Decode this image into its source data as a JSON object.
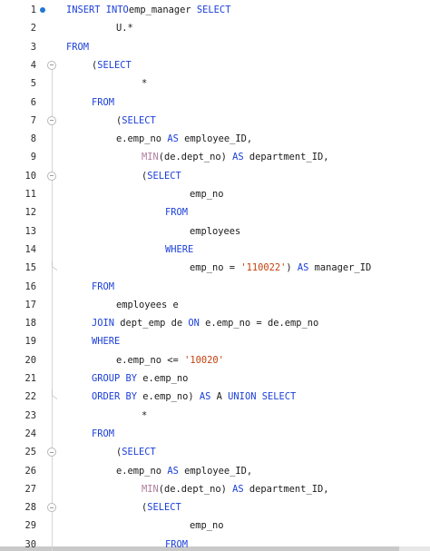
{
  "editor": {
    "lines": [
      {
        "num": "1",
        "indent": 0,
        "tokens": [
          [
            "kw",
            "INSERT INTO"
          ],
          [
            "",
            "emp_manager"
          ],
          [
            "kw",
            " SELECT"
          ]
        ]
      },
      {
        "num": "2",
        "indent": 2,
        "tokens": [
          [
            "",
            "U.*"
          ]
        ]
      },
      {
        "num": "3",
        "indent": 0,
        "tokens": [
          [
            "kw",
            "FROM"
          ]
        ]
      },
      {
        "num": "4",
        "indent": 1,
        "tokens": [
          [
            "",
            "("
          ],
          [
            "kw",
            "SELECT"
          ]
        ]
      },
      {
        "num": "5",
        "indent": 3,
        "tokens": [
          [
            "",
            "*"
          ]
        ]
      },
      {
        "num": "6",
        "indent": 1,
        "tokens": [
          [
            "kw",
            "FROM"
          ]
        ]
      },
      {
        "num": "7",
        "indent": 2,
        "tokens": [
          [
            "",
            "("
          ],
          [
            "kw",
            "SELECT"
          ]
        ]
      },
      {
        "num": "8",
        "indent": 2,
        "tokens": [
          [
            "",
            "e.emp_no "
          ],
          [
            "kw",
            "AS"
          ],
          [
            "",
            " employee_ID,"
          ]
        ]
      },
      {
        "num": "9",
        "indent": 3,
        "tokens": [
          [
            "fn",
            "MIN"
          ],
          [
            "",
            "(de.dept_no) "
          ],
          [
            "kw",
            "AS"
          ],
          [
            "",
            " department_ID,"
          ]
        ]
      },
      {
        "num": "10",
        "indent": 3,
        "tokens": [
          [
            "",
            "("
          ],
          [
            "kw",
            "SELECT"
          ]
        ]
      },
      {
        "num": "11",
        "indent": 5,
        "tokens": [
          [
            "",
            "emp_no"
          ]
        ]
      },
      {
        "num": "12",
        "indent": 4,
        "tokens": [
          [
            "kw",
            "FROM"
          ]
        ]
      },
      {
        "num": "13",
        "indent": 5,
        "tokens": [
          [
            "",
            "employees"
          ]
        ]
      },
      {
        "num": "14",
        "indent": 4,
        "tokens": [
          [
            "kw",
            "WHERE"
          ]
        ]
      },
      {
        "num": "15",
        "indent": 5,
        "tokens": [
          [
            "",
            "emp_no = "
          ],
          [
            "str",
            "'110022'"
          ],
          [
            "",
            ") "
          ],
          [
            "kw",
            "AS"
          ],
          [
            "",
            " manager_ID"
          ]
        ]
      },
      {
        "num": "16",
        "indent": 1,
        "tokens": [
          [
            "kw",
            "FROM"
          ]
        ]
      },
      {
        "num": "17",
        "indent": 2,
        "tokens": [
          [
            "",
            "employees e"
          ]
        ]
      },
      {
        "num": "18",
        "indent": 1,
        "tokens": [
          [
            "kw",
            "JOIN"
          ],
          [
            "",
            " dept_emp de "
          ],
          [
            "kw",
            "ON"
          ],
          [
            "",
            " e.emp_no = de.emp_no"
          ]
        ]
      },
      {
        "num": "19",
        "indent": 1,
        "tokens": [
          [
            "kw",
            "WHERE"
          ]
        ]
      },
      {
        "num": "20",
        "indent": 2,
        "tokens": [
          [
            "",
            "e.emp_no <= "
          ],
          [
            "str",
            "'10020'"
          ]
        ]
      },
      {
        "num": "21",
        "indent": 1,
        "tokens": [
          [
            "kw",
            "GROUP BY"
          ],
          [
            "",
            " e.emp_no"
          ]
        ]
      },
      {
        "num": "22",
        "indent": 1,
        "tokens": [
          [
            "kw",
            "ORDER BY"
          ],
          [
            "",
            " e.emp_no) "
          ],
          [
            "kw",
            "AS"
          ],
          [
            "",
            " A "
          ],
          [
            "kw",
            "UNION SELECT"
          ]
        ]
      },
      {
        "num": "23",
        "indent": 3,
        "tokens": [
          [
            "",
            "*"
          ]
        ]
      },
      {
        "num": "24",
        "indent": 1,
        "tokens": [
          [
            "kw",
            "FROM"
          ]
        ]
      },
      {
        "num": "25",
        "indent": 2,
        "tokens": [
          [
            "",
            "("
          ],
          [
            "kw",
            "SELECT"
          ]
        ]
      },
      {
        "num": "26",
        "indent": 2,
        "tokens": [
          [
            "",
            "e.emp_no "
          ],
          [
            "kw",
            "AS"
          ],
          [
            "",
            " employee_ID,"
          ]
        ]
      },
      {
        "num": "27",
        "indent": 3,
        "tokens": [
          [
            "fn",
            "MIN"
          ],
          [
            "",
            "(de.dept_no) "
          ],
          [
            "kw",
            "AS"
          ],
          [
            "",
            " department_ID,"
          ]
        ]
      },
      {
        "num": "28",
        "indent": 3,
        "tokens": [
          [
            "",
            "("
          ],
          [
            "kw",
            "SELECT"
          ]
        ]
      },
      {
        "num": "29",
        "indent": 5,
        "tokens": [
          [
            "",
            "emp_no"
          ]
        ]
      },
      {
        "num": "30",
        "indent": 4,
        "tokens": [
          [
            "kw",
            "FROM"
          ]
        ]
      }
    ],
    "fold_markers": [
      "4",
      "7",
      "10",
      "25",
      "28"
    ],
    "fold_ends": [
      "15",
      "22"
    ],
    "breakpoint_line": "1"
  }
}
